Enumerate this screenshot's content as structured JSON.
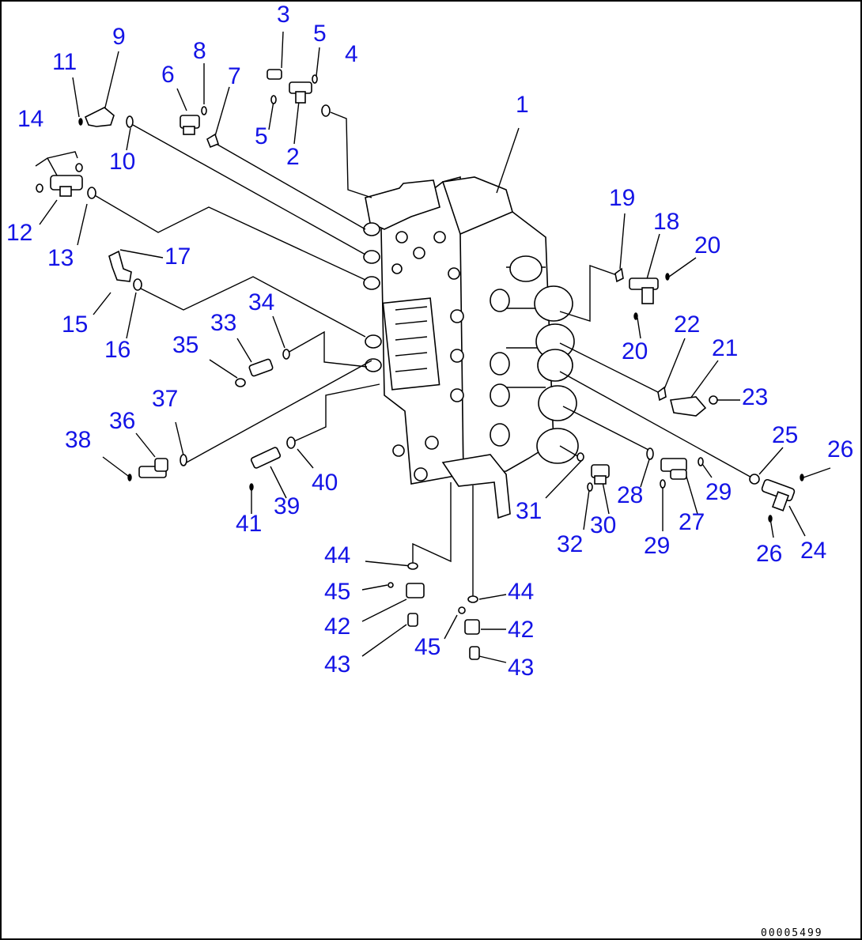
{
  "drawing_code": "00005499",
  "callouts": [
    {
      "id": "c1",
      "text": "1"
    },
    {
      "id": "c2",
      "text": "2"
    },
    {
      "id": "c3",
      "text": "3"
    },
    {
      "id": "c4",
      "text": "4"
    },
    {
      "id": "c5a",
      "text": "5"
    },
    {
      "id": "c5b",
      "text": "5"
    },
    {
      "id": "c6",
      "text": "6"
    },
    {
      "id": "c7",
      "text": "7"
    },
    {
      "id": "c8",
      "text": "8"
    },
    {
      "id": "c9",
      "text": "9"
    },
    {
      "id": "c10",
      "text": "10"
    },
    {
      "id": "c11",
      "text": "11"
    },
    {
      "id": "c12",
      "text": "12"
    },
    {
      "id": "c13",
      "text": "13"
    },
    {
      "id": "c14",
      "text": "14"
    },
    {
      "id": "c15",
      "text": "15"
    },
    {
      "id": "c16",
      "text": "16"
    },
    {
      "id": "c17",
      "text": "17"
    },
    {
      "id": "c18",
      "text": "18"
    },
    {
      "id": "c19",
      "text": "19"
    },
    {
      "id": "c20a",
      "text": "20"
    },
    {
      "id": "c20b",
      "text": "20"
    },
    {
      "id": "c21",
      "text": "21"
    },
    {
      "id": "c22",
      "text": "22"
    },
    {
      "id": "c23",
      "text": "23"
    },
    {
      "id": "c24",
      "text": "24"
    },
    {
      "id": "c25",
      "text": "25"
    },
    {
      "id": "c26a",
      "text": "26"
    },
    {
      "id": "c26b",
      "text": "26"
    },
    {
      "id": "c27",
      "text": "27"
    },
    {
      "id": "c28",
      "text": "28"
    },
    {
      "id": "c29a",
      "text": "29"
    },
    {
      "id": "c29b",
      "text": "29"
    },
    {
      "id": "c30",
      "text": "30"
    },
    {
      "id": "c31",
      "text": "31"
    },
    {
      "id": "c32",
      "text": "32"
    },
    {
      "id": "c33",
      "text": "33"
    },
    {
      "id": "c34",
      "text": "34"
    },
    {
      "id": "c35",
      "text": "35"
    },
    {
      "id": "c36",
      "text": "36"
    },
    {
      "id": "c37",
      "text": "37"
    },
    {
      "id": "c38",
      "text": "38"
    },
    {
      "id": "c39",
      "text": "39"
    },
    {
      "id": "c40",
      "text": "40"
    },
    {
      "id": "c41",
      "text": "41"
    },
    {
      "id": "c42a",
      "text": "42"
    },
    {
      "id": "c42b",
      "text": "42"
    },
    {
      "id": "c43a",
      "text": "43"
    },
    {
      "id": "c43b",
      "text": "43"
    },
    {
      "id": "c44a",
      "text": "44"
    },
    {
      "id": "c44b",
      "text": "44"
    },
    {
      "id": "c45a",
      "text": "45"
    },
    {
      "id": "c45b",
      "text": "45"
    }
  ]
}
